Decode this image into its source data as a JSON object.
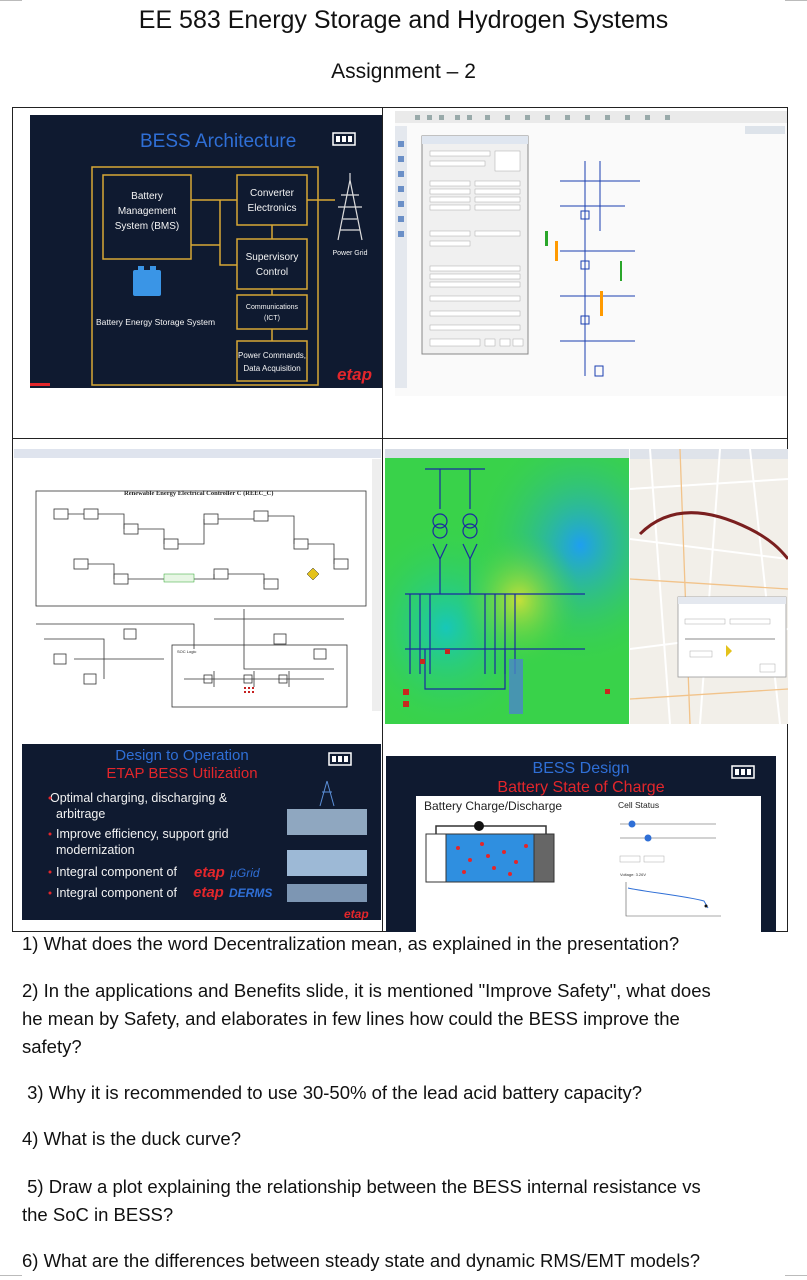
{
  "header": {
    "title": "EE 583 Energy Storage and Hydrogen Systems",
    "subtitle": "Assignment – 2"
  },
  "slides": {
    "architecture": {
      "title": "BESS Architecture",
      "bms": [
        "Battery",
        "Management",
        "System (BMS)"
      ],
      "converter": [
        "Converter",
        "Electronics"
      ],
      "supervisory": [
        "Supervisory",
        "Control"
      ],
      "comms": [
        "Communications",
        "(ICT)"
      ],
      "power_cmd": [
        "Power Commands,",
        "Data Acquisition"
      ],
      "bess_label": "Battery Energy Storage System",
      "grid_label": "Power Grid",
      "brand": "etap"
    },
    "controller": {
      "title": "Renewable Energy Electrical Controller C (REEC_C)",
      "soc_label": "SOC Logic"
    },
    "design_operation": {
      "title_line1": "Design to Operation",
      "title_line2": "ETAP BESS Utilization",
      "bullets": [
        "Optimal charging, discharging &",
        "arbitrage",
        "Improve efficiency, support grid",
        "modernization",
        "Integral component of",
        "Integral component of"
      ],
      "brand_grid": "etap",
      "brand_grid_suffix": "µGrid",
      "brand_derms": "etap",
      "brand_derms_suffix": "DERMS",
      "brand": "etap"
    },
    "soc": {
      "title_line1": "BESS Design",
      "title_line2": "Battery State of Charge",
      "panel_title": "Battery Charge/Discharge",
      "cell_status": "Cell Status",
      "voltage": "Voltage: 3.26V"
    }
  },
  "questions": [
    "1) What does the word Decentralization mean, as explained in the presentation?",
    "2) In the applications and Benefits slide, it is mentioned \"Improve Safety\", what does",
    "he mean by Safety, and elaborates in few lines how could the BESS improve the",
    "safety?",
    " 3) Why it is recommended to use 30-50% of the lead acid battery capacity?",
    "4) What is the duck curve?",
    " 5) Draw a plot explaining the relationship between the BESS internal resistance vs",
    "the SoC in BESS?",
    "6) What are the differences between steady state and dynamic RMS/EMT models?"
  ],
  "colors": {
    "slide_bg": "#0f1a30",
    "slide_title_blue": "#2f6fd6",
    "slide_title_red": "#e3262b",
    "box_gold": "#d7a836",
    "heatmap_green": "#39d24a"
  }
}
